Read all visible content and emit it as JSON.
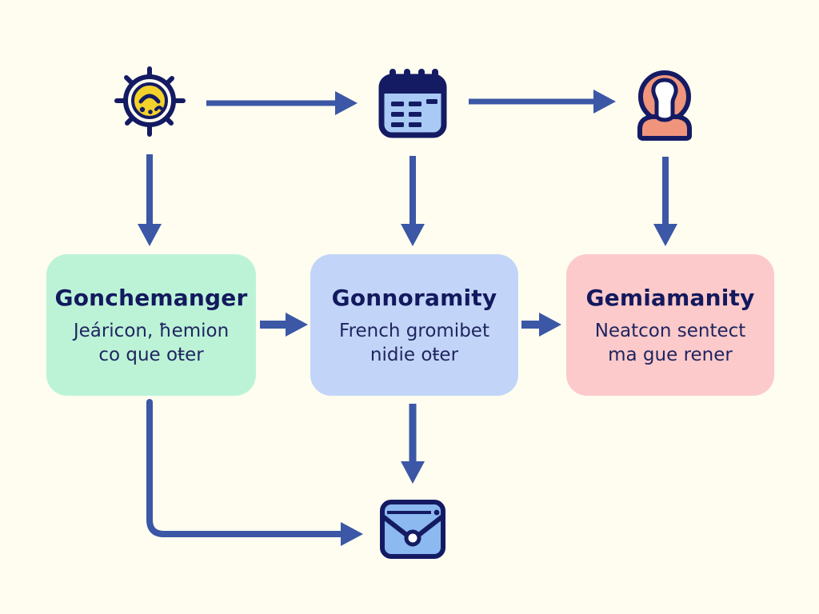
{
  "diagram_type": "flowchart",
  "colors": {
    "background": "#FFFDF0",
    "arrow": "#3B57A6",
    "icon_outline_navy": "#141B63",
    "title_text": "#13195E",
    "subtitle_text": "#202560",
    "sun_yellow": "#F5D22B",
    "calendar_body_blue": "#A9CAF5",
    "person_coral": "#F0957C",
    "envelope_blue": "#8CB9F0",
    "node1_fill": "#BCF3D7",
    "node2_fill": "#C2D5F8",
    "node3_fill": "#FCCACA"
  },
  "icons": {
    "top_left": "sun-icon",
    "top_center": "calendar-icon",
    "top_right": "person-icon",
    "bottom": "envelope-icon"
  },
  "nodes": [
    {
      "title": "Gonchemanger",
      "subtitle_line1": "Jeáricon, ħemion",
      "subtitle_line2": "co que oŧer",
      "fill": "#BCF3D7"
    },
    {
      "title": "Gonnoramity",
      "subtitle_line1": "French gromibet",
      "subtitle_line2": "nidie oŧer",
      "fill": "#C2D5F8"
    },
    {
      "title": "Gemiamanity",
      "subtitle_line1": "Neatcon sentect",
      "subtitle_line2": "ma gue rener",
      "fill": "#FCCACA"
    }
  ]
}
